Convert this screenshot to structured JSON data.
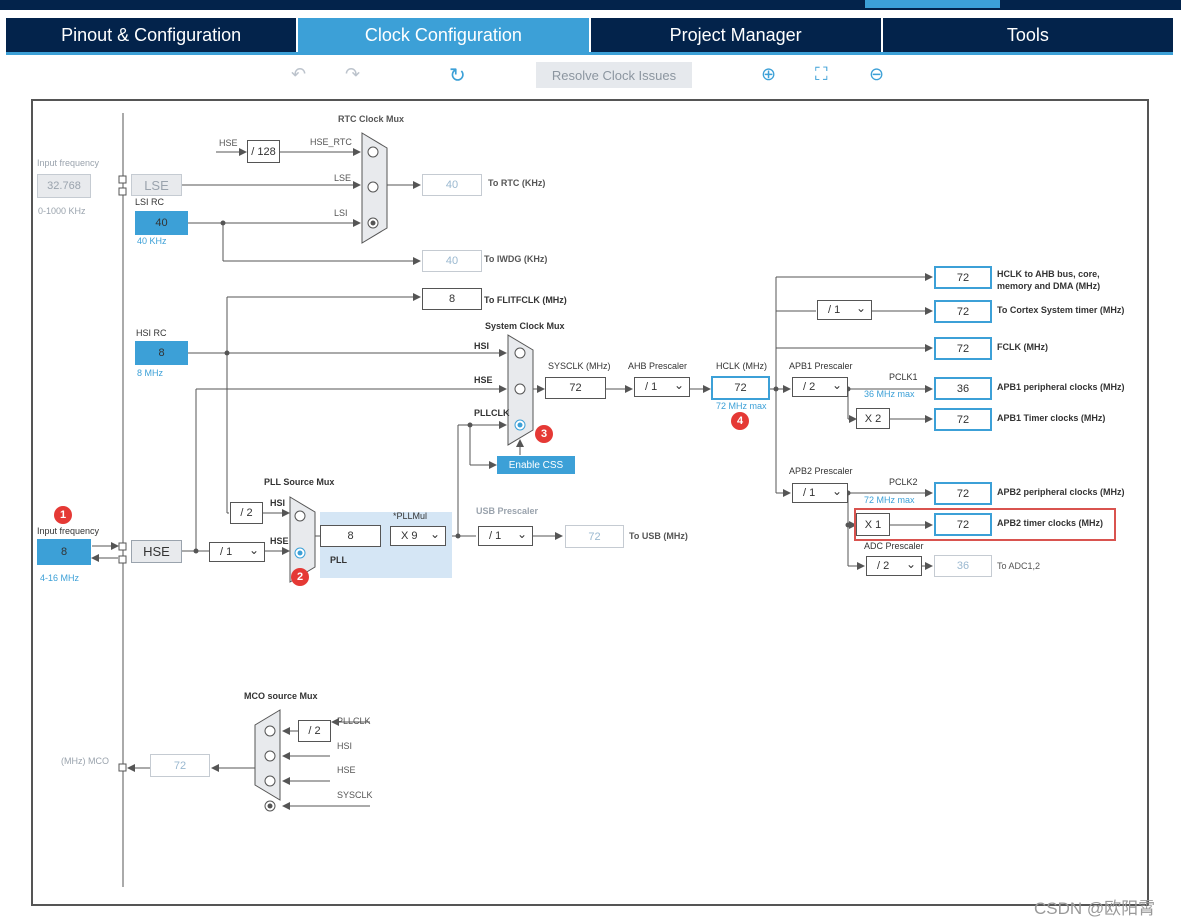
{
  "tabs": [
    "Pinout & Configuration",
    "Clock Configuration",
    "Project Manager",
    "Tools"
  ],
  "toolbar": {
    "resolve": "Resolve Clock Issues",
    "undo_icon": "↶",
    "redo_icon": "↷",
    "refresh_icon": "↻",
    "zoom_in_icon": "⊕",
    "fit_icon": "⛶",
    "zoom_out_icon": "⊖"
  },
  "colors": {
    "navy": "#03234b",
    "accent": "#3ca0d7",
    "highlight": "#d9534f"
  },
  "lse": {
    "freq_label": "Input frequency",
    "value": "32.768",
    "range": "0-1000 KHz",
    "name": "LSE"
  },
  "lsi": {
    "title": "LSI RC",
    "value": "40",
    "freq": "40 KHz"
  },
  "hsi": {
    "title": "HSI RC",
    "value": "8",
    "freq": "8 MHz"
  },
  "hse": {
    "freq_label": "Input frequency",
    "value": "8",
    "range": "4-16 MHz",
    "name": "HSE"
  },
  "rtc": {
    "mux_title": "RTC Clock Mux",
    "div_in": "HSE",
    "div": "/ 128",
    "hse_rtc": "HSE_RTC",
    "lse": "LSE",
    "lsi": "LSI",
    "out_value": "40",
    "out_label": "To RTC (KHz)"
  },
  "iwdg": {
    "value": "40",
    "label": "To IWDG (KHz)"
  },
  "flit": {
    "value": "8",
    "label": "To FLITFCLK (MHz)"
  },
  "sysmux": {
    "title": "System Clock Mux",
    "hsi": "HSI",
    "hse": "HSE",
    "pllclk": "PLLCLK",
    "css": "Enable CSS"
  },
  "sysclk": {
    "label": "SYSCLK (MHz)",
    "value": "72"
  },
  "ahb": {
    "label": "AHB Prescaler",
    "value": "/ 1"
  },
  "hclk": {
    "label": "HCLK (MHz)",
    "value": "72",
    "max": "72 MHz max"
  },
  "outputs": {
    "hclk_ahb": {
      "value": "72",
      "label": "HCLK to AHB bus, core,",
      "label2": "memory and DMA (MHz)"
    },
    "cortex": {
      "div": "/ 1",
      "value": "72",
      "label": "To Cortex System timer (MHz)"
    },
    "fclk": {
      "value": "72",
      "label": "FCLK (MHz)"
    }
  },
  "apb1": {
    "label": "APB1 Prescaler",
    "value": "/ 2",
    "pclk": "PCLK1",
    "max": "36 MHz max",
    "periph_value": "36",
    "periph_label": "APB1 peripheral clocks (MHz)",
    "mul": "X 2",
    "timer_value": "72",
    "timer_label": "APB1 Timer clocks (MHz)"
  },
  "apb2": {
    "label": "APB2 Prescaler",
    "value": "/ 1",
    "pclk": "PCLK2",
    "max": "72 MHz max",
    "periph_value": "72",
    "periph_label": "APB2 peripheral clocks (MHz)",
    "mul": "X 1",
    "timer_value": "72",
    "timer_label": "APB2 timer clocks (MHz)"
  },
  "adc": {
    "label": "ADC Prescaler",
    "value": "/ 2",
    "out": "36",
    "out_label": "To ADC1,2"
  },
  "pll": {
    "mux_title": "PLL Source Mux",
    "hsi_div": "/ 2",
    "hsi": "HSI",
    "hse": "HSE",
    "hse_div": "/ 1",
    "value": "8",
    "mul_label": "*PLLMul",
    "mul": "X 9",
    "label": "PLL"
  },
  "usb": {
    "label": "USB Prescaler",
    "value": "/ 1",
    "out": "72",
    "out_label": "To USB (MHz)"
  },
  "mco": {
    "title": "MCO source Mux",
    "div": "/ 2",
    "pllclk": "PLLCLK",
    "hsi": "HSI",
    "hse": "HSE",
    "sysclk": "SYSCLK",
    "label": "(MHz) MCO",
    "value": "72"
  },
  "badges": [
    "1",
    "2",
    "3",
    "4"
  ],
  "watermark": "CSDN @欧阳霄"
}
